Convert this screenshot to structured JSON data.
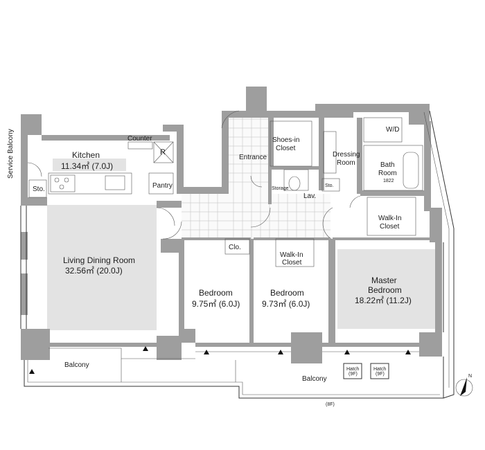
{
  "rooms": {
    "service_balcony": "Service Balcony",
    "counter": "Counter",
    "kitchen": "Kitchen",
    "kitchen_area": "11.34㎡ (7.0J)",
    "fridge": "R",
    "pantry": "Pantry",
    "sto_kitchen": "Sto.",
    "entrance": "Entrance",
    "shoes_in_closet_1": "Shoes-in",
    "shoes_in_closet_2": "Closet",
    "dressing_1": "Dressing",
    "dressing_2": "Room",
    "wd": "W/D",
    "bath_1": "Bath",
    "bath_2": "Room",
    "bath_size": "1822",
    "storage": "Storage",
    "lav": "Lav.",
    "sto_lav": "Sto.",
    "walkin_master_1": "Walk-In",
    "walkin_master_2": "Closet",
    "living": "Living Dining Room",
    "living_area": "32.56㎡ (20.0J)",
    "clo": "Clo.",
    "walkin_bed2_1": "Walk-In",
    "walkin_bed2_2": "Closet",
    "bedroom1": "Bedroom",
    "bedroom1_area": "9.75㎡ (6.0J)",
    "bedroom2": "Bedroom",
    "bedroom2_area": "9.73㎡ (6.0J)",
    "master_1": "Master",
    "master_2": "Bedroom",
    "master_area": "18.22㎡ (11.2J)",
    "balcony_left": "Balcony",
    "balcony_right": "Balcony",
    "hatch": "Hatch",
    "hatch_sub": "(9F)",
    "floor_note": "(8F)",
    "north": "N"
  }
}
